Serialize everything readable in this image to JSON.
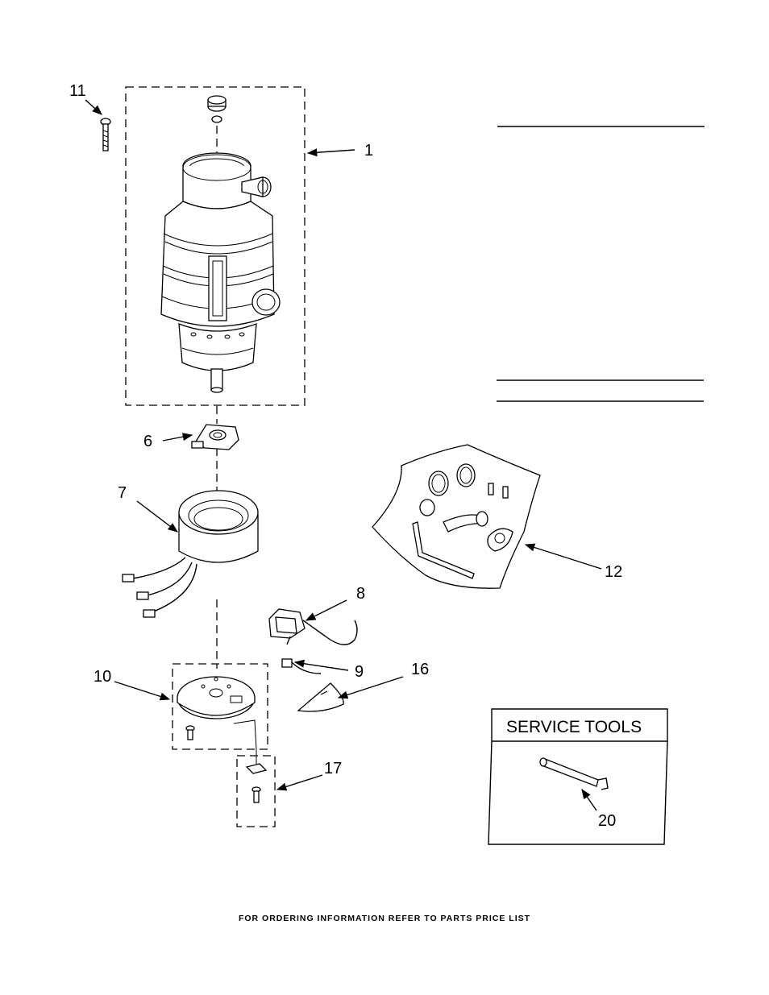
{
  "callouts": {
    "c1": "1",
    "c6": "6",
    "c7": "7",
    "c8": "8",
    "c9": "9",
    "c10": "10",
    "c11": "11",
    "c12": "12",
    "c16": "16",
    "c17": "17",
    "c20": "20"
  },
  "service_tools": {
    "title": "SERVICE TOOLS"
  },
  "footer": "FOR ORDERING INFORMATION REFER TO PARTS PRICE LIST"
}
